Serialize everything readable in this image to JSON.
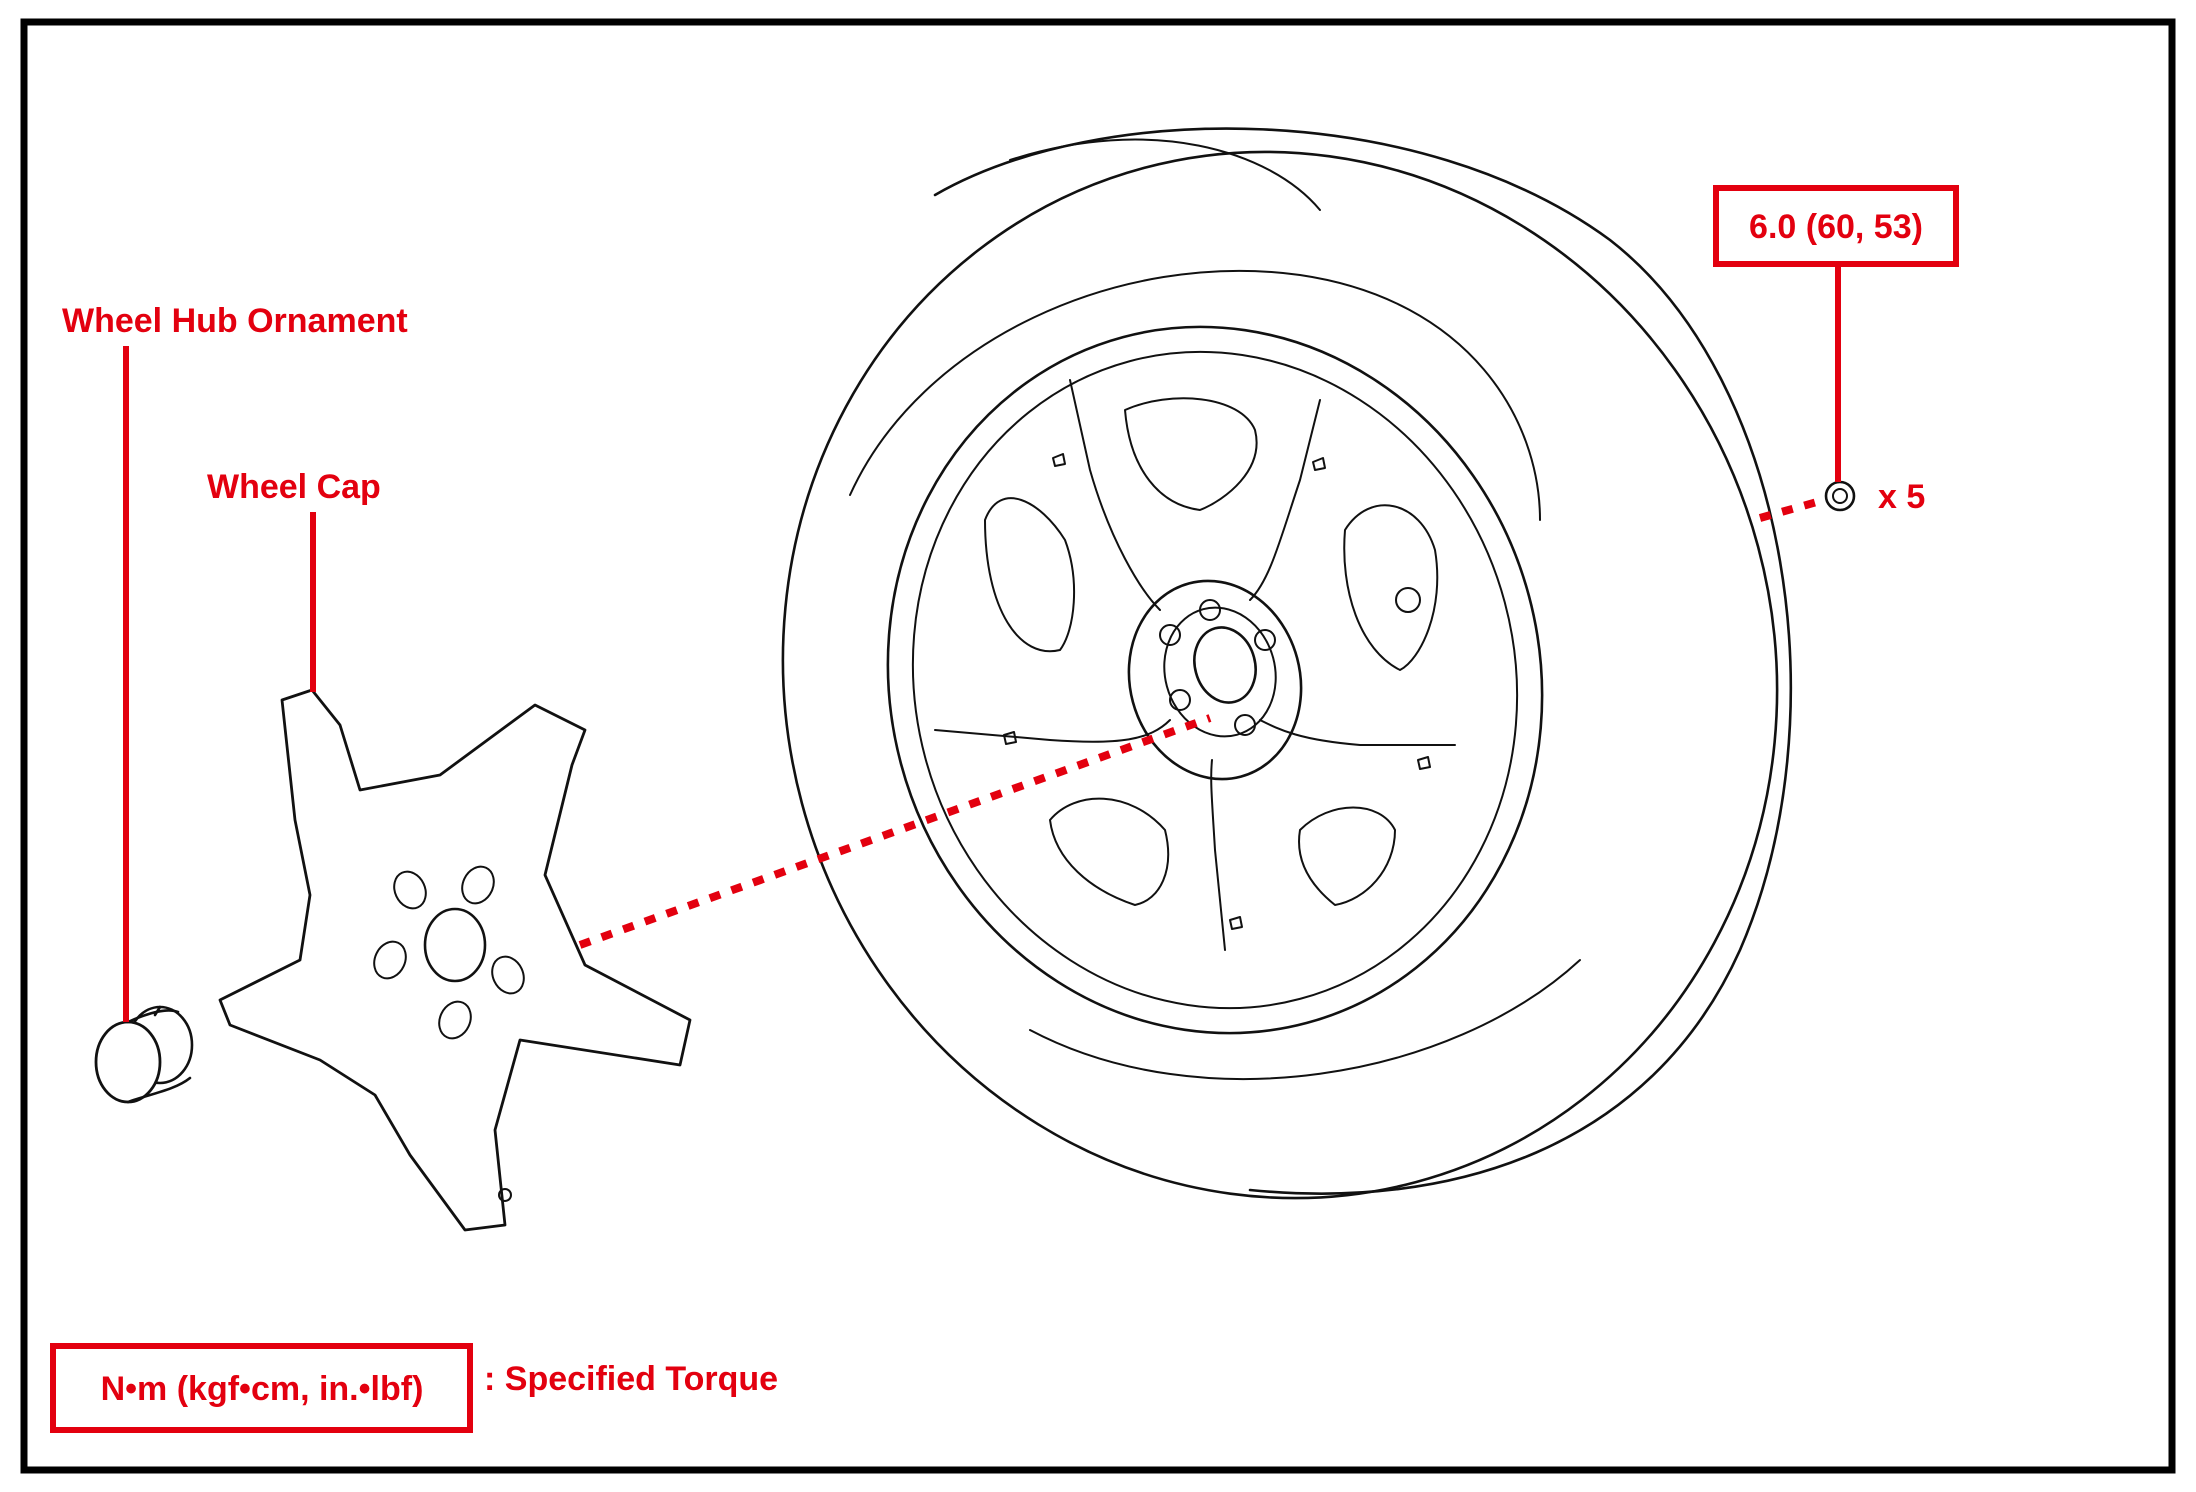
{
  "labels": {
    "wheel_hub_ornament": "Wheel Hub Ornament",
    "wheel_cap": "Wheel Cap",
    "torque_value": "6.0 (60, 53)",
    "nut_quantity": "x 5",
    "legend_units": "N•m (kgf•cm, in.•lbf)",
    "legend_desc": ": Specified Torque"
  },
  "colors": {
    "callout": "#e3000f",
    "line_art": "#111111",
    "frame": "#000000"
  }
}
